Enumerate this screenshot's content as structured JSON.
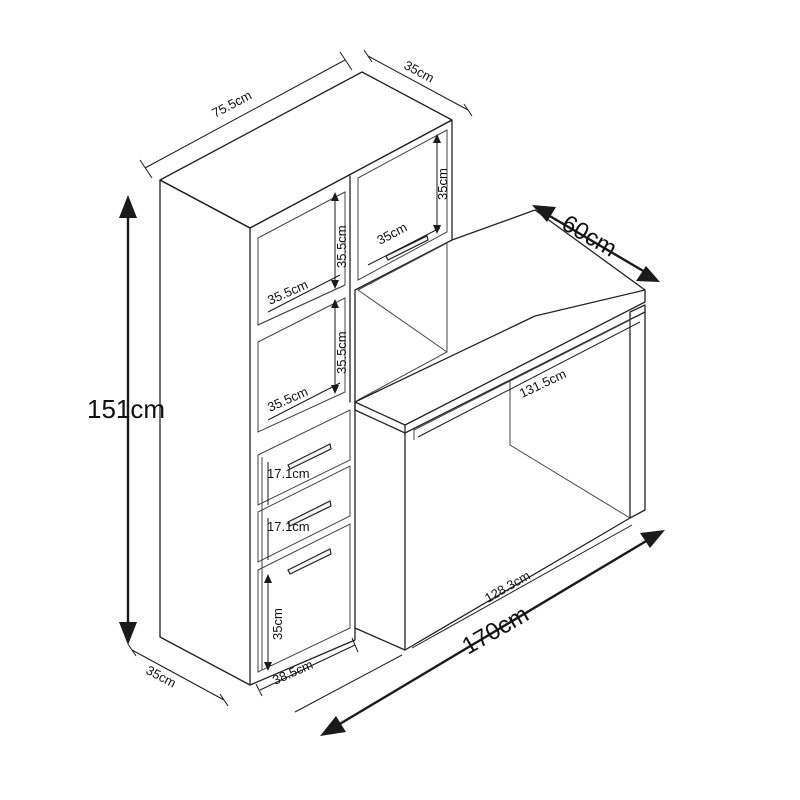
{
  "dimensions": {
    "top_width": "75.5cm",
    "top_depth": "35cm",
    "height": "151cm",
    "side_depth": "35cm",
    "desk_depth": "60cm",
    "upper_door_height": "35cm",
    "upper_door_width": "35cm",
    "shelf1_height": "35.5cm",
    "shelf1_width": "35.5cm",
    "shelf2_height": "35.5cm",
    "shelf2_width": "35.5cm",
    "drawer1_height": "17.1cm",
    "drawer2_height": "17.1cm",
    "lower_door_height": "35cm",
    "base_width": "38.5cm",
    "desk_inner_back": "131.5cm",
    "desk_inner_front": "128.3cm",
    "total_width": "170cm"
  }
}
